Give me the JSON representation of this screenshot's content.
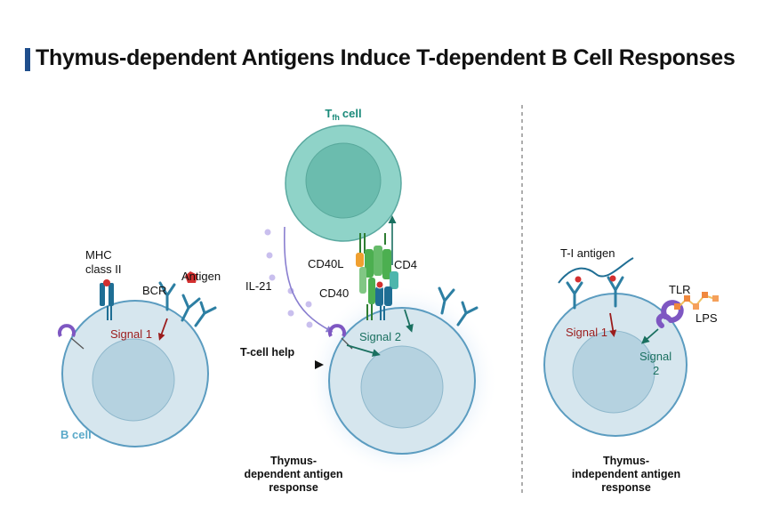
{
  "title": "Thymus-dependent Antigens Induce T-dependent B Cell Responses",
  "labels": {
    "tfh_main": "T",
    "tfh_sub": "fh",
    "tfh_cell": "cell",
    "mhc_line1": "MHC",
    "mhc_line2": "class II",
    "bcr": "BCR",
    "antigen": "Antigen",
    "signal1_left": "Signal 1",
    "b_cell": "B cell",
    "il21": "IL-21",
    "cd40l": "CD40L",
    "cd4": "CD4",
    "cd40": "CD40",
    "signal2_mid": "Signal 2",
    "tcell_help": "T-cell help",
    "ti_antigen": "T-I antigen",
    "tlr": "TLR",
    "lps": "LPS",
    "signal1_right": "Signal 1",
    "signal2_right_l1": "Signal",
    "signal2_right_l2": "2",
    "td_resp_l1": "Thymus-",
    "td_resp_l2": "dependent antigen",
    "td_resp_l3": "response",
    "ti_resp_l1": "Thymus-",
    "ti_resp_l2": "independent antigen",
    "ti_resp_l3": "response"
  },
  "colors": {
    "title_bar": "#1f4e8c",
    "b_cell_fill": "#d6e6ee",
    "b_cell_stroke": "#5b9cc0",
    "nucleus_fill": "#b5d2e0",
    "tfh_fill": "#8fd3c8",
    "tfh_nucleus": "#6bbcae",
    "tfh_label": "#1a8a7a",
    "b_label": "#5aa9c9",
    "signal1": "#9b1c1c",
    "signal2": "#1a7060",
    "receptor": "#2d7fa3",
    "cd40l_green": "#4caf50",
    "tlr_purple": "#7e57c2",
    "lps_orange": "#f0883e",
    "antigen_red": "#d32f2f",
    "divider": "#777777"
  }
}
